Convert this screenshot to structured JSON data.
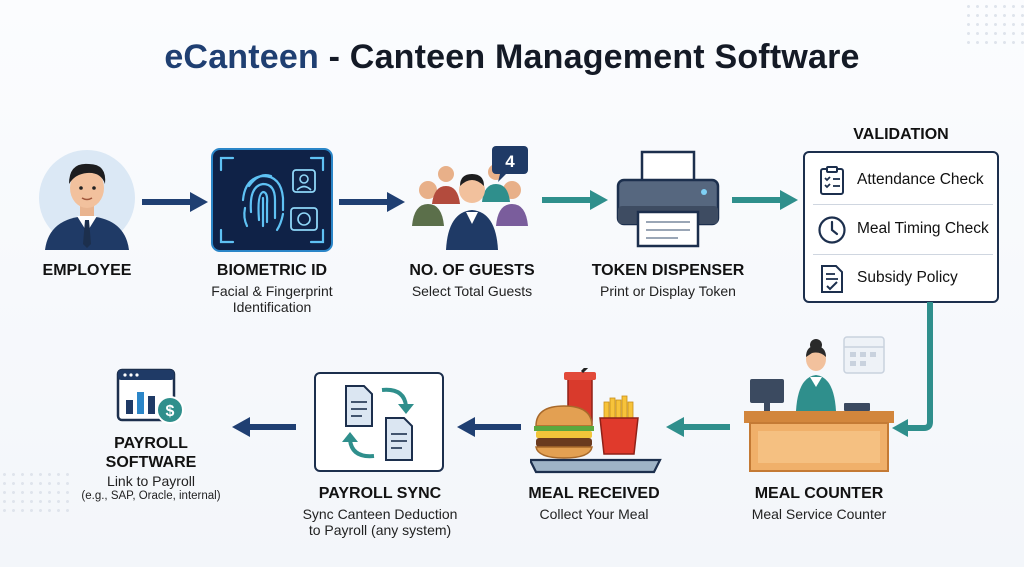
{
  "title": {
    "brand": "eCanteen",
    "rest": "- Canteen Management Software"
  },
  "nodes": {
    "employee": {
      "label": "EMPLOYEE"
    },
    "biometric": {
      "label": "BIOMETRIC ID",
      "sub1": "Facial & Fingerprint",
      "sub2": "Identification"
    },
    "guests": {
      "label": "NO. OF GUESTS",
      "sub": "Select Total Guests",
      "badge": "4"
    },
    "token": {
      "label": "TOKEN DISPENSER",
      "sub": "Print or Display Token"
    },
    "validation": {
      "title": "VALIDATION",
      "items": [
        "Attendance Check",
        "Meal Timing Check",
        "Subsidy Policy"
      ]
    },
    "counter": {
      "label": "MEAL COUNTER",
      "sub": "Meal Service Counter"
    },
    "received": {
      "label": "MEAL RECEIVED",
      "sub": "Collect Your Meal"
    },
    "sync": {
      "label": "PAYROLL SYNC",
      "sub1": "Sync Canteen Deduction",
      "sub2": "to Payroll (any system)"
    },
    "payroll": {
      "label1": "PAYROLL",
      "label2": "SOFTWARE",
      "sub": "Link to Payroll",
      "small": "(e.g., SAP, Oracle, internal)"
    }
  },
  "colors": {
    "navy": "#1f3f72",
    "teal": "#2f8f8c",
    "dark": "#1c2f4d",
    "accent": "#2b86c8"
  }
}
